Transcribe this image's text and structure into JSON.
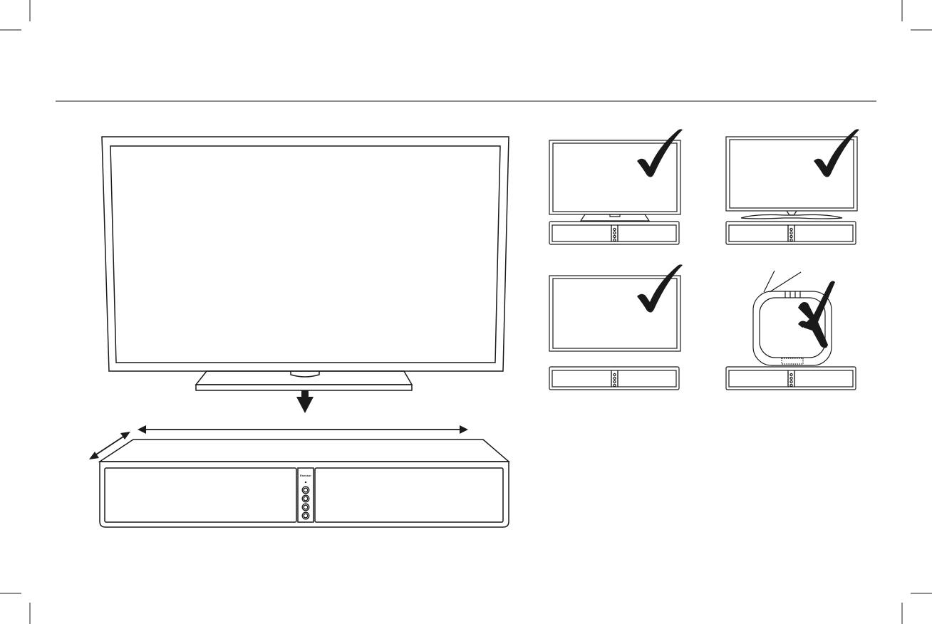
{
  "page": {
    "background": "#ffffff",
    "line_color": "#1a1a1a"
  },
  "main_illustration": {
    "speaker_brand": "Enessor"
  },
  "placement_examples": [
    {
      "id": "tv-small-stand-on-base",
      "verdict": "ok",
      "mark_icon": "check-mark-icon"
    },
    {
      "id": "tv-wide-stand-on-base",
      "verdict": "ok",
      "mark_icon": "check-mark-icon"
    },
    {
      "id": "tv-wall-mounted-above-base",
      "verdict": "ok",
      "mark_icon": "check-mark-icon"
    },
    {
      "id": "crt-tv-on-base",
      "verdict": "not-ok",
      "mark_icon": "cross-mark-icon"
    }
  ]
}
